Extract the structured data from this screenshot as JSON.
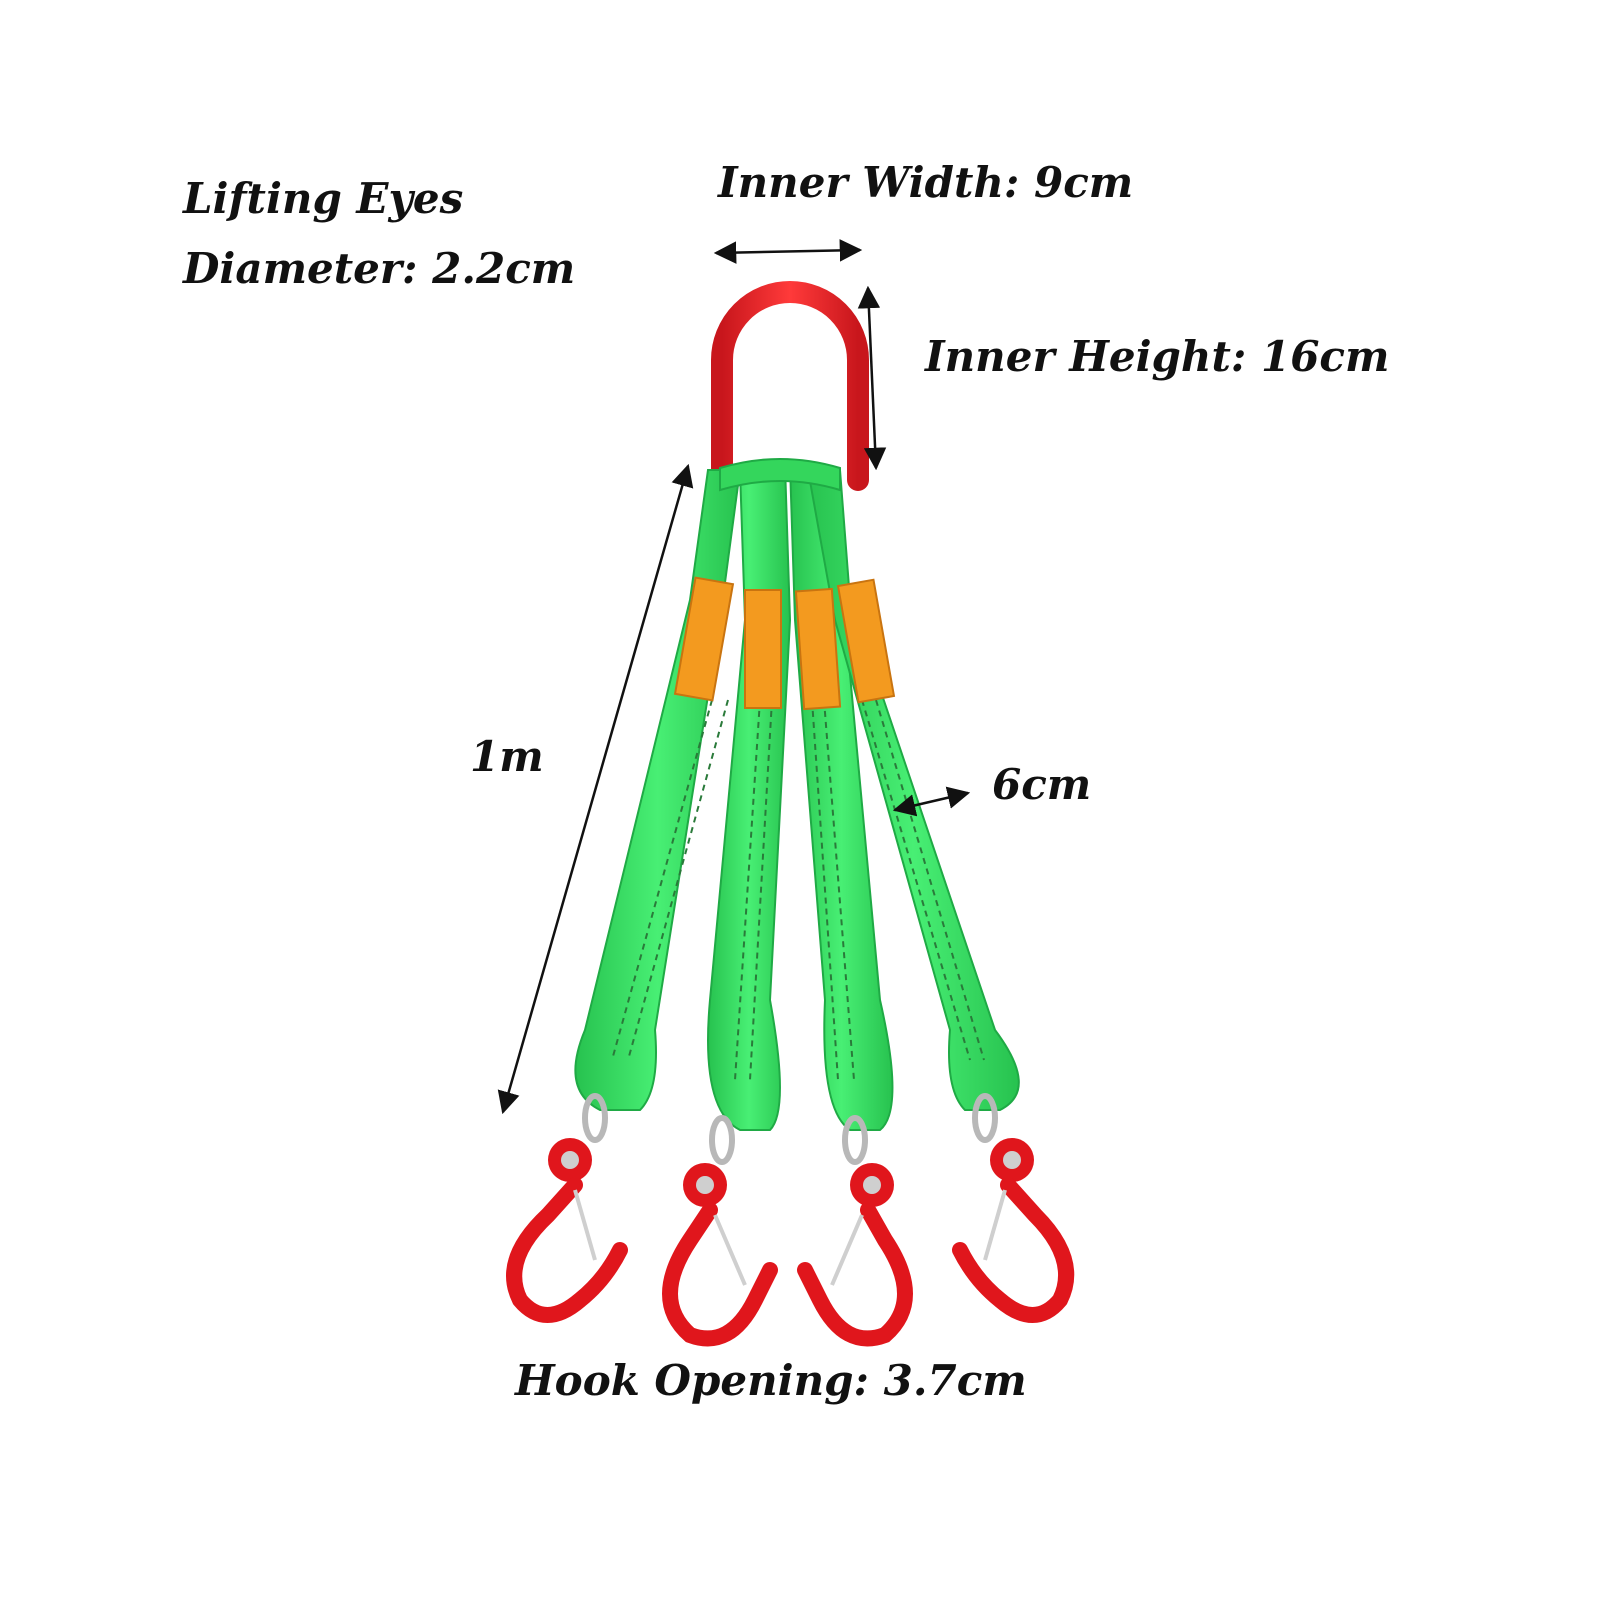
{
  "labels": {
    "lifting_eyes_line1": "Lifting Eyes",
    "lifting_eyes_line2": "Diameter: 2.2cm",
    "inner_width": "Inner Width: 9cm",
    "inner_height": "Inner Height: 16cm",
    "leg_length": "1m",
    "strap_width": "6cm",
    "hook_opening": "Hook Opening: 3.7cm"
  },
  "colors": {
    "ring": "#e41e26",
    "strap": "#3ee66a",
    "strap_dark": "#22b34a",
    "tag": "#f39a1f",
    "hook": "#e0161c",
    "arrow": "#111111"
  },
  "legs": 4
}
